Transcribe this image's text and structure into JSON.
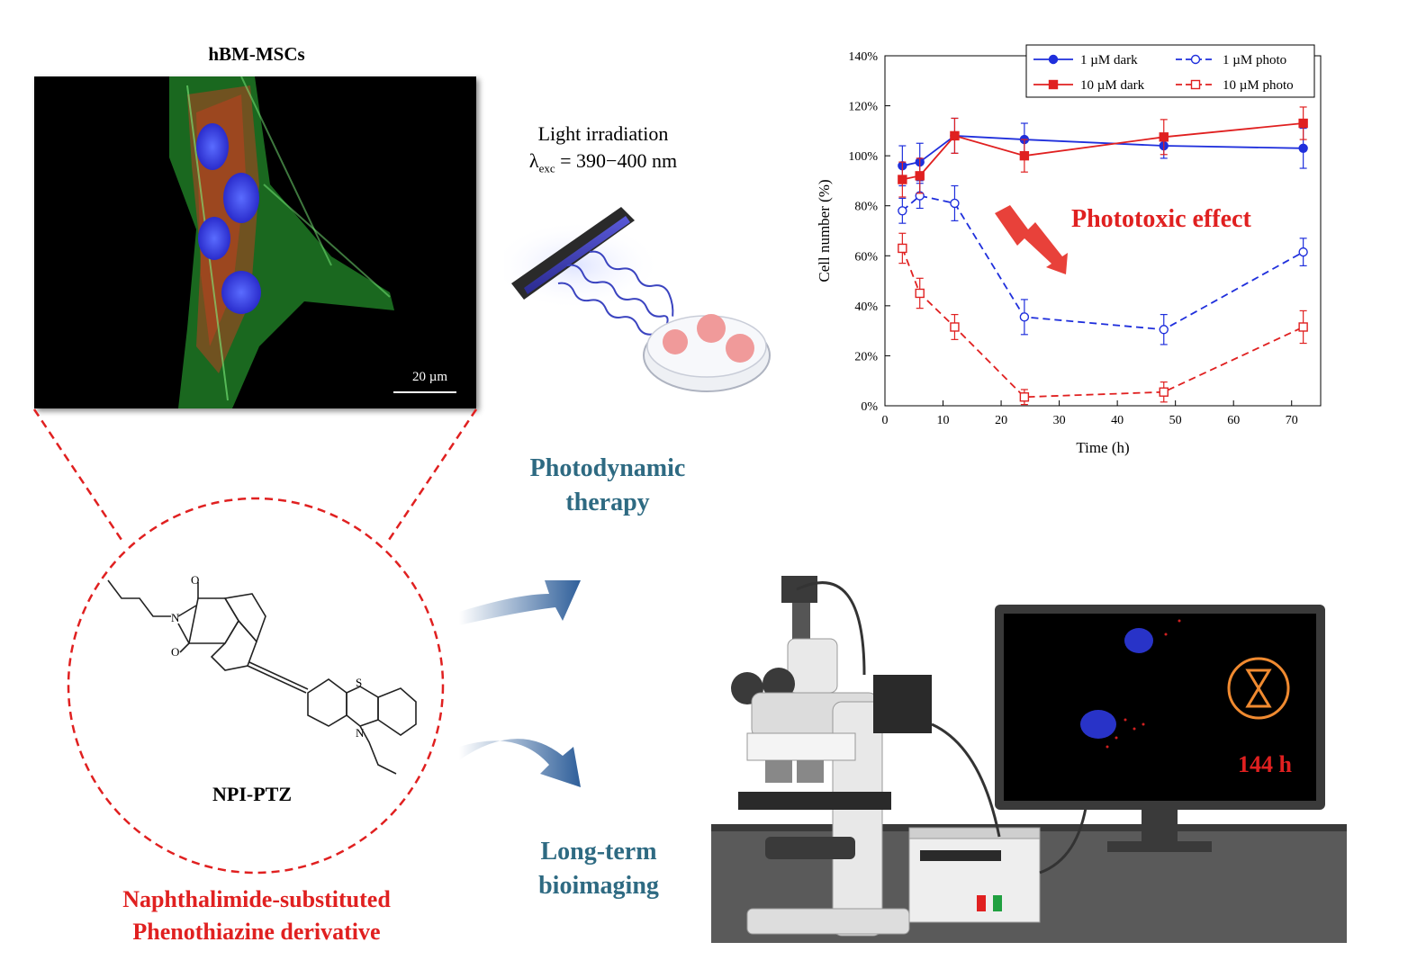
{
  "micrograph": {
    "title": "hBM-MSCs",
    "scale_label": "20 µm"
  },
  "light": {
    "line1": "Light irradiation",
    "lambda": "λ",
    "sub": "exc",
    "range": " = 390−400 nm"
  },
  "pdt_label_1": "Photodynamic",
  "pdt_label_2": "therapy",
  "bio_label_1": "Long-term",
  "bio_label_2": "bioimaging",
  "compound": {
    "name": "NPI-PTZ",
    "caption_1": "Naphthalimide-substituted",
    "caption_2": "Phenothiazine  derivative",
    "atom_o": "O",
    "atom_n": "N",
    "atom_s": "S"
  },
  "chart_annotation": "Phototoxic effect",
  "monitor": {
    "time_label": "144 h"
  },
  "colors": {
    "dark_red": "#e02020",
    "blue": "#2233dd",
    "teal": "#2e6a82"
  },
  "chart_data": {
    "type": "line",
    "xlabel": "Time (h)",
    "ylabel": "Cell number (%)",
    "xlim": [
      0,
      75
    ],
    "ylim": [
      0,
      140
    ],
    "xticks": [
      0,
      10,
      20,
      30,
      40,
      50,
      60,
      70
    ],
    "yticks": [
      0,
      20,
      40,
      60,
      80,
      100,
      120,
      140
    ],
    "ytick_labels": [
      "0%",
      "20%",
      "40%",
      "60%",
      "80%",
      "100%",
      "120%",
      "140%"
    ],
    "legend_position": "top-right",
    "series": [
      {
        "name": "1 µM dark",
        "color": "#1f2fdc",
        "dashed": false,
        "marker": "circle",
        "filled": true,
        "x": [
          3,
          6,
          12,
          24,
          48,
          72
        ],
        "y": [
          96,
          97.5,
          108,
          106.5,
          104,
          103
        ],
        "err": [
          8,
          7.5,
          7,
          6.5,
          5,
          8
        ]
      },
      {
        "name": "1 µM photo",
        "color": "#1f2fdc",
        "dashed": true,
        "marker": "circle",
        "filled": false,
        "x": [
          3,
          6,
          12,
          24,
          48,
          72
        ],
        "y": [
          78,
          84,
          81,
          35.5,
          30.5,
          61.5
        ],
        "err": [
          5,
          5,
          7,
          7,
          6,
          5.5
        ]
      },
      {
        "name": "10 µM dark",
        "color": "#e02020",
        "dashed": false,
        "marker": "square",
        "filled": true,
        "x": [
          3,
          6,
          12,
          24,
          48,
          72
        ],
        "y": [
          90.5,
          92,
          108,
          100,
          107.5,
          113
        ],
        "err": [
          7,
          7,
          7,
          6.5,
          7,
          6.5
        ]
      },
      {
        "name": "10 µM photo",
        "color": "#e02020",
        "dashed": true,
        "marker": "square",
        "filled": false,
        "x": [
          3,
          6,
          12,
          24,
          48,
          72
        ],
        "y": [
          63,
          45,
          31.5,
          3.5,
          5.5,
          31.5
        ],
        "err": [
          6,
          6,
          5,
          3,
          4,
          6.5
        ]
      }
    ]
  }
}
